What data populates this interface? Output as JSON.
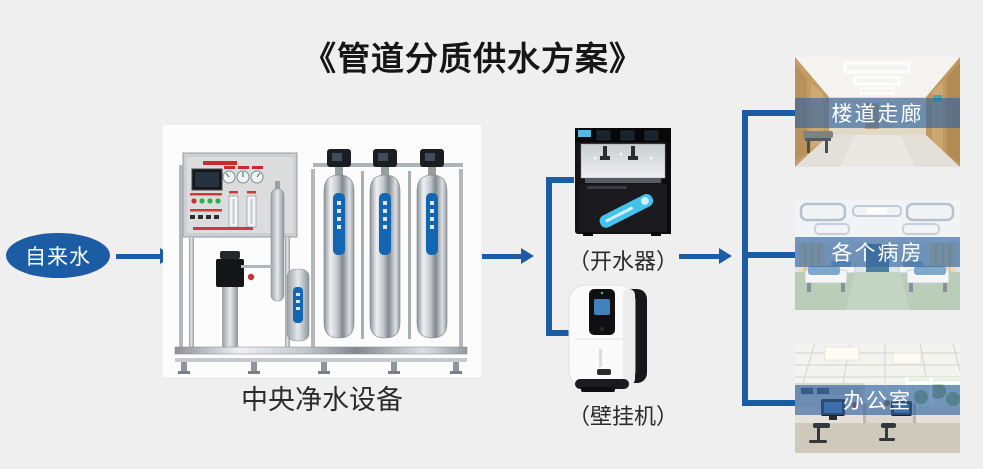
{
  "title": "《管道分质供水方案》",
  "flow": {
    "source_label": "自来水",
    "central_caption": "中央净水设备",
    "boiler_caption": "（开水器）",
    "wall_unit_caption": "（壁挂机）"
  },
  "destinations": [
    {
      "label": "楼道走廊"
    },
    {
      "label": "各个病房"
    },
    {
      "label": "办公室"
    }
  ],
  "icons": {
    "flow_arrow": "arrow-right"
  },
  "colors": {
    "accent_blue": "#1c5ca4",
    "background": "#efefef",
    "label_band": "rgba(52,102,160,0.66)",
    "source_ellipse": "#1c5ca4",
    "title_text": "#161616",
    "tank_label_blue": "#1266b2",
    "sticker_cyan": "#45c2ec"
  }
}
